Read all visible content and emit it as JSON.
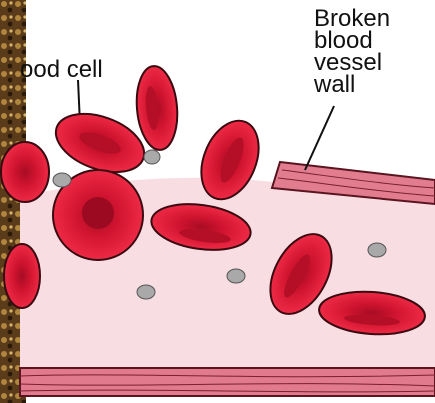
{
  "labels": {
    "cell": "ood cell",
    "vessel": [
      "Broken",
      "blood",
      "vessel",
      "wall"
    ]
  },
  "colors": {
    "cell_fill": "#e01535",
    "cell_outline": "#3a0a10",
    "plasma": "#f8dde2",
    "vessel_wall": "#d76b7d",
    "platelet": "#a9a9a9",
    "tissue": "#6b4a22"
  }
}
